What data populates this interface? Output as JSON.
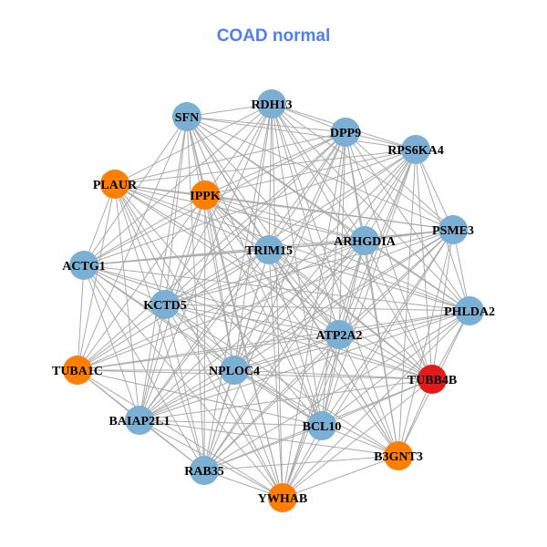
{
  "title": "COAD normal",
  "colors": {
    "blue": "#7bafd4",
    "orange": "#ff7f00",
    "red": "#e31a1c",
    "edge": "#aaaaaa"
  },
  "nodes": [
    {
      "id": "SFN",
      "color": "blue"
    },
    {
      "id": "RDH13",
      "color": "blue"
    },
    {
      "id": "DPP9",
      "color": "blue"
    },
    {
      "id": "RPS6KA4",
      "color": "blue"
    },
    {
      "id": "PLAUR",
      "color": "orange"
    },
    {
      "id": "IPPK",
      "color": "orange"
    },
    {
      "id": "PSME3",
      "color": "blue"
    },
    {
      "id": "ARHGDIA",
      "color": "blue"
    },
    {
      "id": "TRIM15",
      "color": "blue"
    },
    {
      "id": "ACTG1",
      "color": "blue"
    },
    {
      "id": "KCTD5",
      "color": "blue"
    },
    {
      "id": "PHLDA2",
      "color": "blue"
    },
    {
      "id": "ATP2A2",
      "color": "blue"
    },
    {
      "id": "TUBA1C",
      "color": "orange"
    },
    {
      "id": "NPLOC4",
      "color": "blue"
    },
    {
      "id": "TUBB4B",
      "color": "red"
    },
    {
      "id": "BAIAP2L1",
      "color": "blue"
    },
    {
      "id": "BCL10",
      "color": "blue"
    },
    {
      "id": "B3GNT3",
      "color": "orange"
    },
    {
      "id": "RAB35",
      "color": "blue"
    },
    {
      "id": "YWHAB",
      "color": "orange"
    }
  ],
  "adjacency": {
    "SFN": [
      "RDH13",
      "DPP9",
      "RPS6KA4",
      "IPPK",
      "PSME3",
      "ARHGDIA",
      "TRIM15",
      "ACTG1",
      "KCTD5",
      "PHLDA2",
      "ATP2A2",
      "TUBA1C",
      "NPLOC4",
      "TUBB4B",
      "BAIAP2L1",
      "BCL10",
      "B3GNT3",
      "RAB35",
      "YWHAB"
    ],
    "RDH13": [
      "DPP9",
      "RPS6KA4",
      "PLAUR",
      "IPPK",
      "PSME3",
      "ARHGDIA",
      "TRIM15",
      "ACTG1",
      "KCTD5",
      "PHLDA2",
      "ATP2A2",
      "NPLOC4",
      "TUBB4B",
      "BAIAP2L1",
      "BCL10",
      "B3GNT3",
      "RAB35",
      "YWHAB"
    ],
    "DPP9": [
      "RPS6KA4",
      "PLAUR",
      "IPPK",
      "PSME3",
      "ARHGDIA",
      "TRIM15",
      "ACTG1",
      "KCTD5",
      "PHLDA2",
      "ATP2A2",
      "TUBA1C",
      "NPLOC4",
      "TUBB4B",
      "BAIAP2L1",
      "BCL10",
      "B3GNT3",
      "RAB35",
      "YWHAB"
    ],
    "RPS6KA4": [
      "PLAUR",
      "IPPK",
      "PSME3",
      "ARHGDIA",
      "TRIM15",
      "ACTG1",
      "KCTD5",
      "PHLDA2",
      "ATP2A2",
      "NPLOC4",
      "TUBB4B",
      "BAIAP2L1",
      "BCL10",
      "B3GNT3",
      "RAB35",
      "YWHAB"
    ],
    "PLAUR": [
      "IPPK",
      "PSME3",
      "ARHGDIA",
      "TRIM15",
      "ACTG1",
      "KCTD5",
      "PHLDA2",
      "ATP2A2",
      "TUBA1C",
      "NPLOC4",
      "TUBB4B",
      "BAIAP2L1",
      "BCL10",
      "RAB35",
      "YWHAB"
    ],
    "IPPK": [
      "PSME3",
      "ARHGDIA",
      "TRIM15",
      "ACTG1",
      "KCTD5",
      "PHLDA2",
      "ATP2A2",
      "TUBA1C",
      "NPLOC4",
      "TUBB4B",
      "BAIAP2L1",
      "BCL10",
      "B3GNT3",
      "RAB35",
      "YWHAB"
    ],
    "PSME3": [
      "ARHGDIA",
      "TRIM15",
      "ACTG1",
      "KCTD5",
      "PHLDA2",
      "ATP2A2",
      "TUBA1C",
      "NPLOC4",
      "TUBB4B",
      "BAIAP2L1",
      "BCL10",
      "B3GNT3",
      "RAB35",
      "YWHAB"
    ],
    "ARHGDIA": [
      "TRIM15",
      "ACTG1",
      "KCTD5",
      "PHLDA2",
      "ATP2A2",
      "TUBA1C",
      "NPLOC4",
      "TUBB4B",
      "BAIAP2L1",
      "BCL10",
      "B3GNT3",
      "RAB35",
      "YWHAB"
    ],
    "TRIM15": [
      "ACTG1",
      "KCTD5",
      "PHLDA2",
      "ATP2A2",
      "TUBA1C",
      "NPLOC4",
      "TUBB4B",
      "BAIAP2L1",
      "BCL10",
      "B3GNT3",
      "RAB35",
      "YWHAB"
    ],
    "ACTG1": [
      "KCTD5",
      "PHLDA2",
      "ATP2A2",
      "TUBA1C",
      "NPLOC4",
      "TUBB4B",
      "BAIAP2L1",
      "BCL10",
      "RAB35",
      "YWHAB"
    ],
    "KCTD5": [
      "PHLDA2",
      "ATP2A2",
      "TUBA1C",
      "NPLOC4",
      "TUBB4B",
      "BAIAP2L1",
      "BCL10",
      "B3GNT3",
      "RAB35",
      "YWHAB"
    ],
    "PHLDA2": [
      "ATP2A2",
      "TUBA1C",
      "NPLOC4",
      "TUBB4B",
      "BAIAP2L1",
      "BCL10",
      "B3GNT3",
      "RAB35",
      "YWHAB"
    ],
    "ATP2A2": [
      "TUBA1C",
      "NPLOC4",
      "TUBB4B",
      "BAIAP2L1",
      "BCL10",
      "B3GNT3",
      "RAB35",
      "YWHAB"
    ],
    "TUBA1C": [
      "NPLOC4",
      "TUBB4B",
      "BAIAP2L1",
      "BCL10",
      "RAB35",
      "YWHAB"
    ],
    "NPLOC4": [
      "TUBB4B",
      "BAIAP2L1",
      "BCL10",
      "B3GNT3",
      "RAB35",
      "YWHAB"
    ],
    "TUBB4B": [
      "BAIAP2L1",
      "BCL10",
      "B3GNT3",
      "RAB35",
      "YWHAB"
    ],
    "BAIAP2L1": [
      "BCL10",
      "B3GNT3",
      "RAB35",
      "YWHAB"
    ],
    "BCL10": [
      "B3GNT3",
      "RAB35",
      "YWHAB"
    ],
    "B3GNT3": [
      "RAB35",
      "YWHAB"
    ],
    "RAB35": [
      "YWHAB"
    ]
  }
}
